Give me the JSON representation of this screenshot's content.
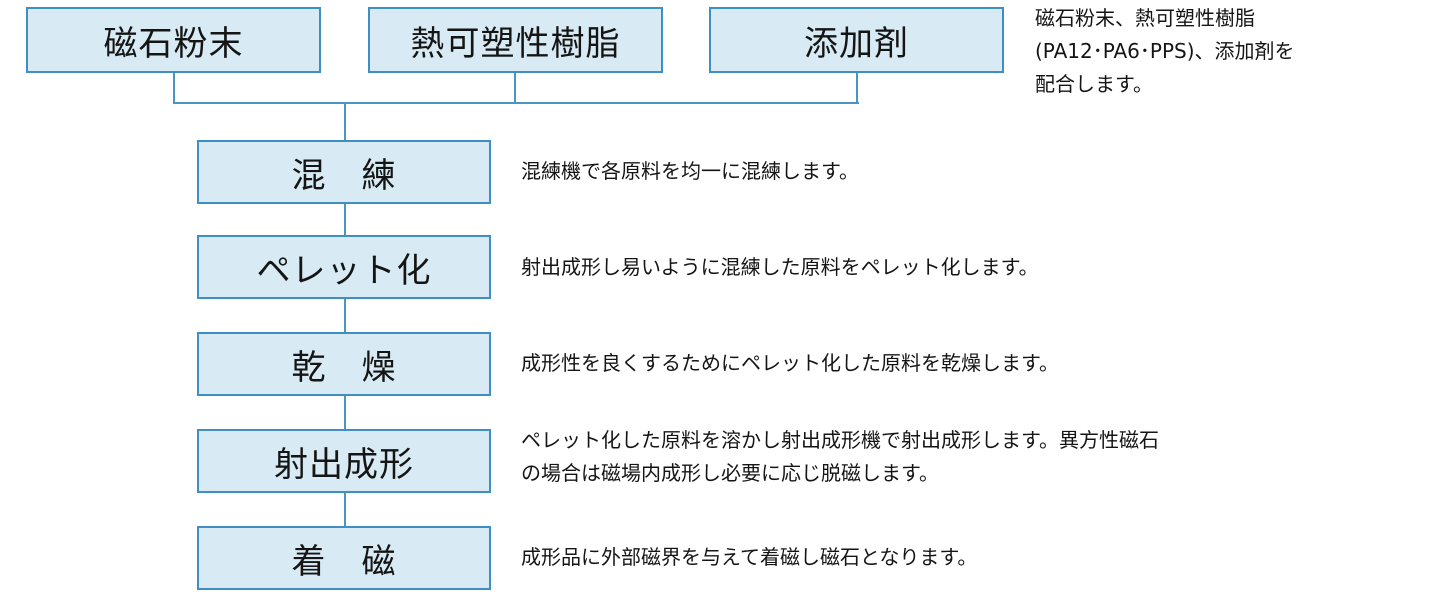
{
  "diagram": {
    "inputs": [
      {
        "label": "磁石粉末"
      },
      {
        "label": "熱可塑性樹脂"
      },
      {
        "label": "添加剤"
      }
    ],
    "inputs_description": "磁石粉末、熱可塑性樹脂\n(PA12･PA6･PPS)、添加剤を\n配合します。",
    "steps": [
      {
        "label": "混　練",
        "description": "混練機で各原料を均一に混練します。"
      },
      {
        "label": "ペレット化",
        "description": "射出成形し易いように混練した原料をペレット化します。"
      },
      {
        "label": "乾　燥",
        "description": "成形性を良くするためにペレット化した原料を乾燥します。"
      },
      {
        "label": "射出成形",
        "description": "ペレット化した原料を溶かし射出成形機で射出成形します。異方性磁石\nの場合は磁場内成形し必要に応じ脱磁します。"
      },
      {
        "label": "着　磁",
        "description": "成形品に外部磁界を与えて着磁し磁石となります。"
      }
    ]
  },
  "colors": {
    "box_fill": "#d8ebf4",
    "box_border": "#3f8fc4",
    "connector": "#4a94c6"
  }
}
